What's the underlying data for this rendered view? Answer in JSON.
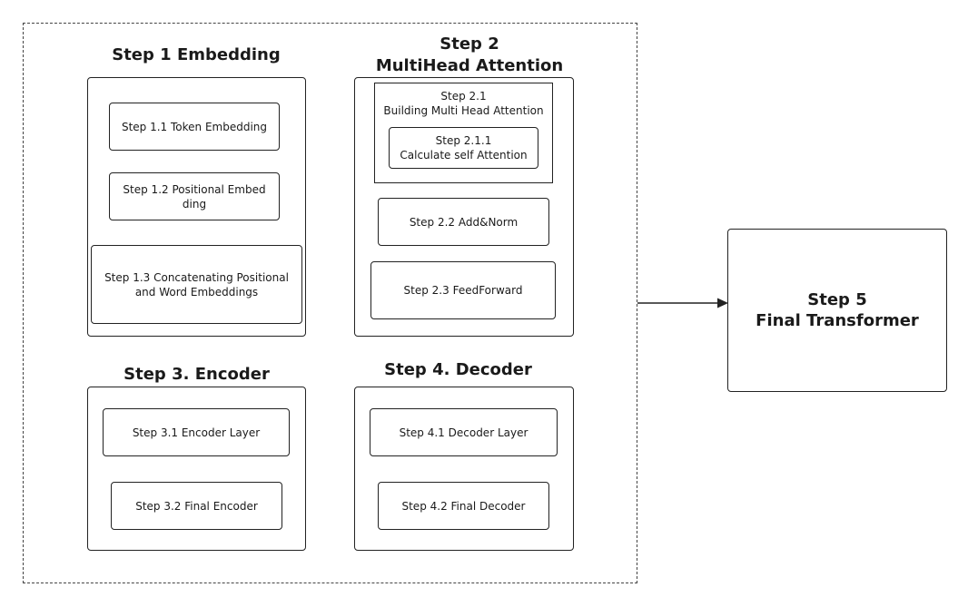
{
  "step1": {
    "title": "Step 1 Embedding",
    "items": [
      "Step 1.1 Token Embedding",
      "Step 1.2 Positional Embed ding",
      "Step 1.3 Concatenating Positional and Word Embeddings"
    ]
  },
  "step2": {
    "title_line1": "Step 2",
    "title_line2": "MultiHead Attention",
    "sub": {
      "line1": "Step 2.1",
      "line2": "Building Multi Head Attention",
      "inner_line1": "Step 2.1.1",
      "inner_line2": "Calculate self Attention"
    },
    "items": [
      "Step 2.2 Add&Norm",
      "Step 2.3 FeedForward"
    ]
  },
  "step3": {
    "title": "Step 3. Encoder",
    "items": [
      "Step 3.1 Encoder Layer",
      "Step 3.2 Final Encoder"
    ]
  },
  "step4": {
    "title": "Step 4. Decoder",
    "items": [
      "Step 4.1 Decoder Layer",
      "Step 4.2 Final Decoder"
    ]
  },
  "step5": {
    "line1": "Step 5",
    "line2": "Final Transformer"
  }
}
